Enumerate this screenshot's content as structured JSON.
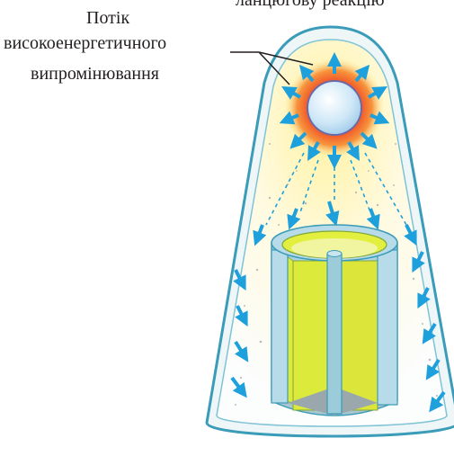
{
  "header_text_fragment": "ланцюгову реакцію",
  "label": {
    "line1": "Потік",
    "line2": "високоенергетичного",
    "line3": "випромінювання"
  },
  "colors": {
    "outline": "#3a9cb8",
    "arrow": "#1ea0dc",
    "glow_yellow": "#fff3a0",
    "core": "#cfe9f7",
    "fire": "#f26b3a",
    "fuel_yellow": "#dcea3c",
    "cylinder_blue": "#b7dbe8",
    "text": "#231f20"
  }
}
